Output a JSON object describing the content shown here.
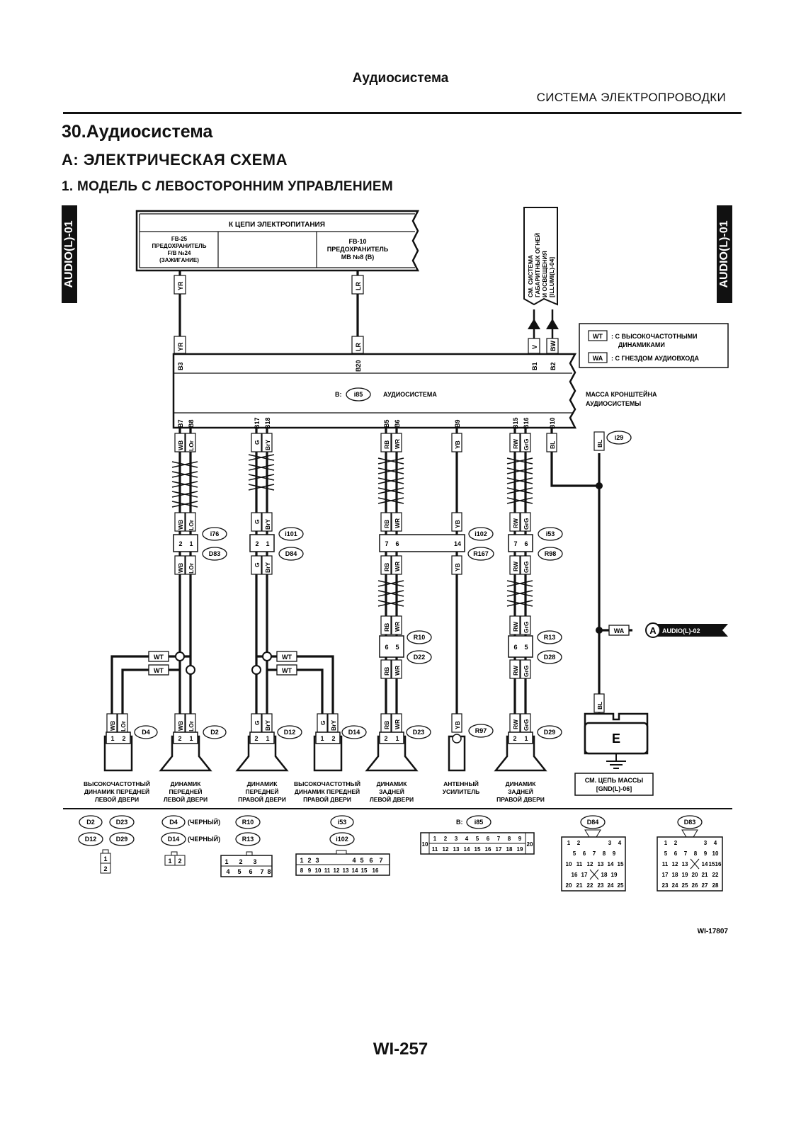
{
  "header": {
    "running_title": "Аудиосистема",
    "section": "СИСТЕМА ЭЛЕКТРОПРОВОДКИ"
  },
  "headings": {
    "h1": "30.Аудиосистема",
    "h2": "A:  ЭЛЕКТРИЧЕСКАЯ СХЕМА",
    "h3": "1.  МОДЕЛЬ С ЛЕВОСТОРОННИМ УПРАВЛЕНИЕМ"
  },
  "side_tabs": {
    "left": "AUDIO(L)-01",
    "right": "AUDIO(L)-01"
  },
  "power_box": {
    "title": "К ЦЕПИ ЭЛЕКТРОПИТАНИЯ",
    "fuse1": [
      "FB-25",
      "ПРЕДОХРАНИТЕЛЬ",
      "F/B №24",
      "(ЗАЖИГАНИЕ)"
    ],
    "fuse2": [
      "FB-10",
      "ПРЕДОХРАНИТЕЛЬ",
      "MB №8 (B)"
    ]
  },
  "illum_box": [
    "СМ. СИСТЕМА",
    "ГАБАРИТНЫХ ОГНЕЙ",
    "И ОСВЕЩЕНИЯ",
    "[ILLUMI(L)-04]"
  ],
  "legend": {
    "wt_code": "WT",
    "wt_text": ": С ВЫСОКОЧАСТОТНЫМИ",
    "wt_text2": "ДИНАМИКАМИ",
    "wa_code": "WA",
    "wa_text": ": С ГНЕЗДОМ АУДИОВХОДА"
  },
  "audio_unit": {
    "prefix": "B:",
    "connector": "i85",
    "name": "АУДИОСИСТЕМА"
  },
  "ground": {
    "label": [
      "МАССА КРОНШТЕЙНА",
      "АУДИОСИСТЕМЫ"
    ],
    "connector": "i29",
    "wire": "BL",
    "wa_tag": "WA",
    "ref_letter": "A",
    "ref": "AUDIO(L)-02",
    "symbol": "E",
    "see": [
      "СМ. ЦЕПЬ МАССЫ",
      "[GND(L)-06]"
    ]
  },
  "wires_top": {
    "yr": "YR",
    "lr": "LR",
    "v": "V",
    "bw": "BW"
  },
  "pins_top": {
    "b3": "B3",
    "b20": "B20",
    "b1": "B1",
    "b2": "B2"
  },
  "pins_bottom": [
    "B7",
    "B8",
    "B17",
    "B18",
    "B5",
    "B6",
    "B9",
    "B15",
    "B16",
    "B10"
  ],
  "wires_bottom": [
    "WB",
    "LOr",
    "G",
    "BrY",
    "RB",
    "WR",
    "YB",
    "RW",
    "GrG",
    "BL"
  ],
  "connectors": {
    "i76": "i76",
    "d83": "D83",
    "i101": "i101",
    "d84": "D84",
    "i102": "i102",
    "r167": "R167",
    "i53": "i53",
    "r98": "R98",
    "r10": "R10",
    "d22": "D22",
    "r13": "R13",
    "d28": "D28",
    "d4": "D4",
    "d2": "D2",
    "d12": "D12",
    "d14": "D14",
    "d23": "D23",
    "r97": "R97",
    "d29": "D29"
  },
  "wt_tags": [
    "WT",
    "WT",
    "WT",
    "WT"
  ],
  "pin_numbers": {
    "n1": "1",
    "n2": "2",
    "n5": "5",
    "n6": "6",
    "n7": "7",
    "n14": "14"
  },
  "devices": [
    [
      "ВЫСОКОЧАСТОТНЫЙ",
      "ДИНАМИК ПЕРЕДНЕЙ",
      "ЛЕВОЙ ДВЕРИ"
    ],
    [
      "ДИНАМИК",
      "ПЕРЕДНЕЙ",
      "ЛЕВОЙ ДВЕРИ"
    ],
    [
      "ДИНАМИК",
      "ПЕРЕДНЕЙ",
      "ПРАВОЙ ДВЕРИ"
    ],
    [
      "ВЫСОКОЧАСТОТНЫЙ",
      "ДИНАМИК ПЕРЕДНЕЙ",
      "ПРАВОЙ ДВЕРИ"
    ],
    [
      "ДИНАМИК",
      "ЗАДНЕЙ",
      "ЛЕВОЙ ДВЕРИ"
    ],
    [
      "АНТЕННЫЙ",
      "УСИЛИТЕЛЬ"
    ],
    [
      "ДИНАМИК",
      "ЗАДНЕЙ",
      "ПРАВОЙ ДВЕРИ"
    ]
  ],
  "connector_views": {
    "g1": [
      "D2",
      "D23",
      "D12",
      "D29"
    ],
    "g2": [
      "D4",
      "(ЧЕРНЫЙ)",
      "R10",
      "D14",
      "(ЧЕРНЫЙ)",
      "R13"
    ],
    "g3": [
      "i53",
      "i102"
    ],
    "g4": [
      "B:",
      "i85"
    ],
    "g5": [
      "D84"
    ],
    "g6": [
      "D83"
    ],
    "pins_12v": [
      "1",
      "2"
    ],
    "pins_12h": [
      "1",
      "2"
    ],
    "pins_8": [
      "1",
      "2",
      "3",
      "4",
      "5",
      "6",
      "7",
      "8"
    ],
    "pins_16": [
      "1",
      "2",
      "3",
      "4",
      "5",
      "6",
      "7",
      "8",
      "9",
      "10",
      "11",
      "12",
      "13",
      "14",
      "15",
      "16"
    ],
    "pins_20_top": [
      "1",
      "2",
      "3",
      "4",
      "5",
      "6",
      "7",
      "8",
      "9"
    ],
    "pins_20_bot": [
      "11",
      "12",
      "13",
      "14",
      "15",
      "16",
      "17",
      "18",
      "19"
    ],
    "pins_20_ends": [
      "10",
      "20"
    ],
    "d84_rows": [
      [
        "1",
        "2",
        "3",
        "4"
      ],
      [
        "5",
        "6",
        "7",
        "8",
        "9"
      ],
      [
        "10",
        "11",
        "12",
        "13",
        "14",
        "15"
      ],
      [
        "16",
        "17",
        "18",
        "19"
      ],
      [
        "20",
        "21",
        "22",
        "23",
        "24",
        "25"
      ]
    ],
    "d83_rows": [
      [
        "1",
        "2",
        "3",
        "4"
      ],
      [
        "5",
        "6",
        "7",
        "8",
        "9",
        "10"
      ],
      [
        "11",
        "12",
        "13",
        "14",
        "15",
        "16"
      ],
      [
        "17",
        "18",
        "19",
        "20",
        "21",
        "22"
      ],
      [
        "23",
        "24",
        "25",
        "26",
        "27",
        "28"
      ]
    ]
  },
  "figure_id": "WI-17807",
  "page_number": "WI-257"
}
